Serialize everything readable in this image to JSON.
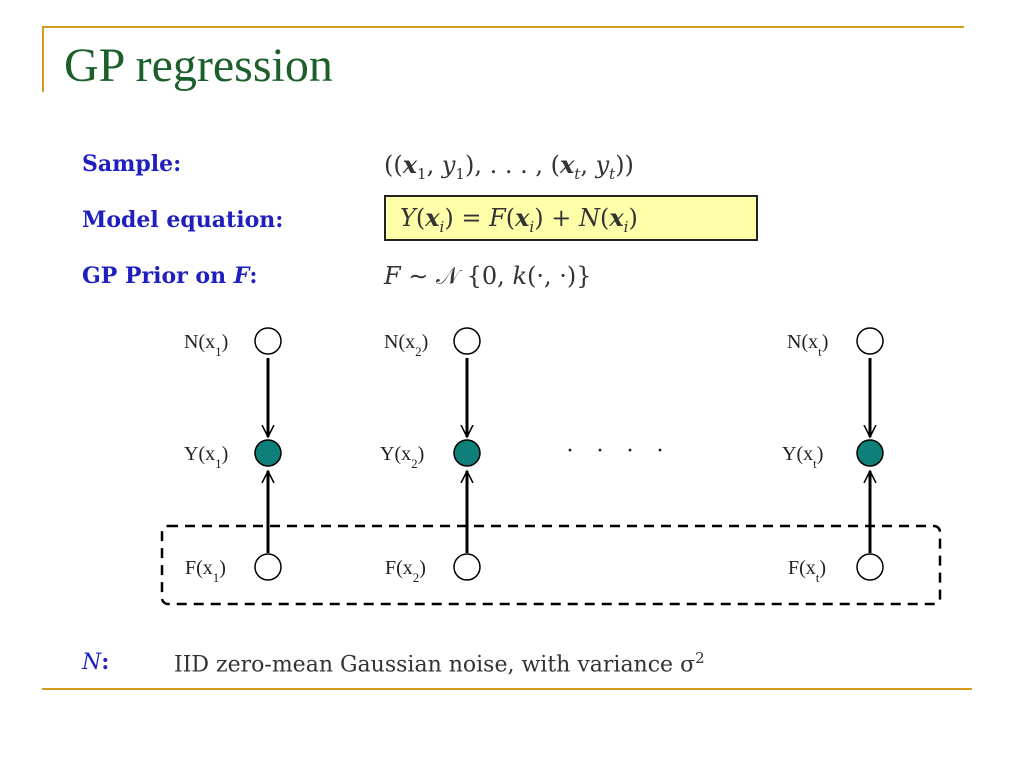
{
  "title": "GP regression",
  "rows": {
    "sample": {
      "label": "Sample:"
    },
    "model": {
      "label": "Model equation:"
    },
    "prior": {
      "label_prefix": "GP Prior on ",
      "label_var": "F",
      "label_suffix": ":"
    }
  },
  "graph": {
    "columns": [
      {
        "n": "N(x",
        "y": "Y(x",
        "f": "F(x",
        "sub": "1"
      },
      {
        "n": "N(x",
        "y": "Y(x",
        "f": "F(x",
        "sub": "2"
      },
      {
        "n": "N(x",
        "y": "Y(x",
        "f": "F(x",
        "sub": "t"
      }
    ],
    "close_paren": ")",
    "ellipsis": "· · · ·",
    "observed_color": "#0f7f7a"
  },
  "footer": {
    "var": "N",
    "colon": ":",
    "text": "IID zero-mean Gaussian noise, with variance σ",
    "superscript": "2"
  },
  "colors": {
    "title": "#1c5f2b",
    "label_blue": "#1f1fc0",
    "accent_gold": "#d69a1e",
    "highlight": "#ffffaa"
  }
}
